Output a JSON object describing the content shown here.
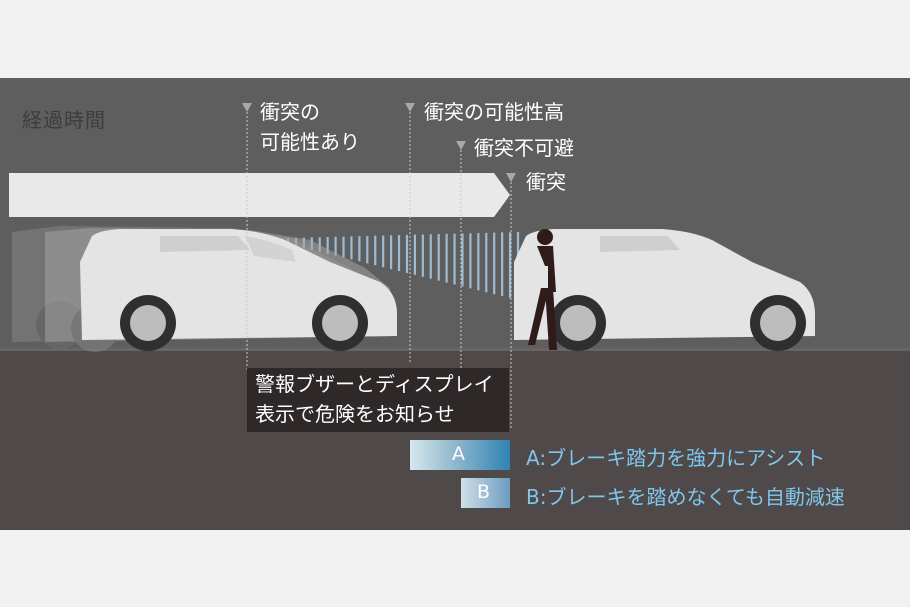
{
  "timeline": {
    "label": "経過時間"
  },
  "markers": [
    {
      "label_line1": "衝突の",
      "label_line2": "可能性あり"
    },
    {
      "label": "衝突の可能性高"
    },
    {
      "label": "衝突不可避"
    },
    {
      "label": "衝突"
    }
  ],
  "alert": {
    "line1": "警報ブザーとディスプレイ",
    "line2": "表示で危険をお知らせ"
  },
  "assist": [
    {
      "letter": "A",
      "description": "A:ブレーキ踏力を強力にアシスト"
    },
    {
      "letter": "B",
      "description": "B:ブレーキを踏めなくても自動減速"
    }
  ],
  "colors": {
    "background": "#5e5e5e",
    "ground": "#4f4949",
    "legend_text": "#7fc6ec",
    "alert_box": "#2f2828",
    "sensor_beam": "#a8cde8"
  }
}
